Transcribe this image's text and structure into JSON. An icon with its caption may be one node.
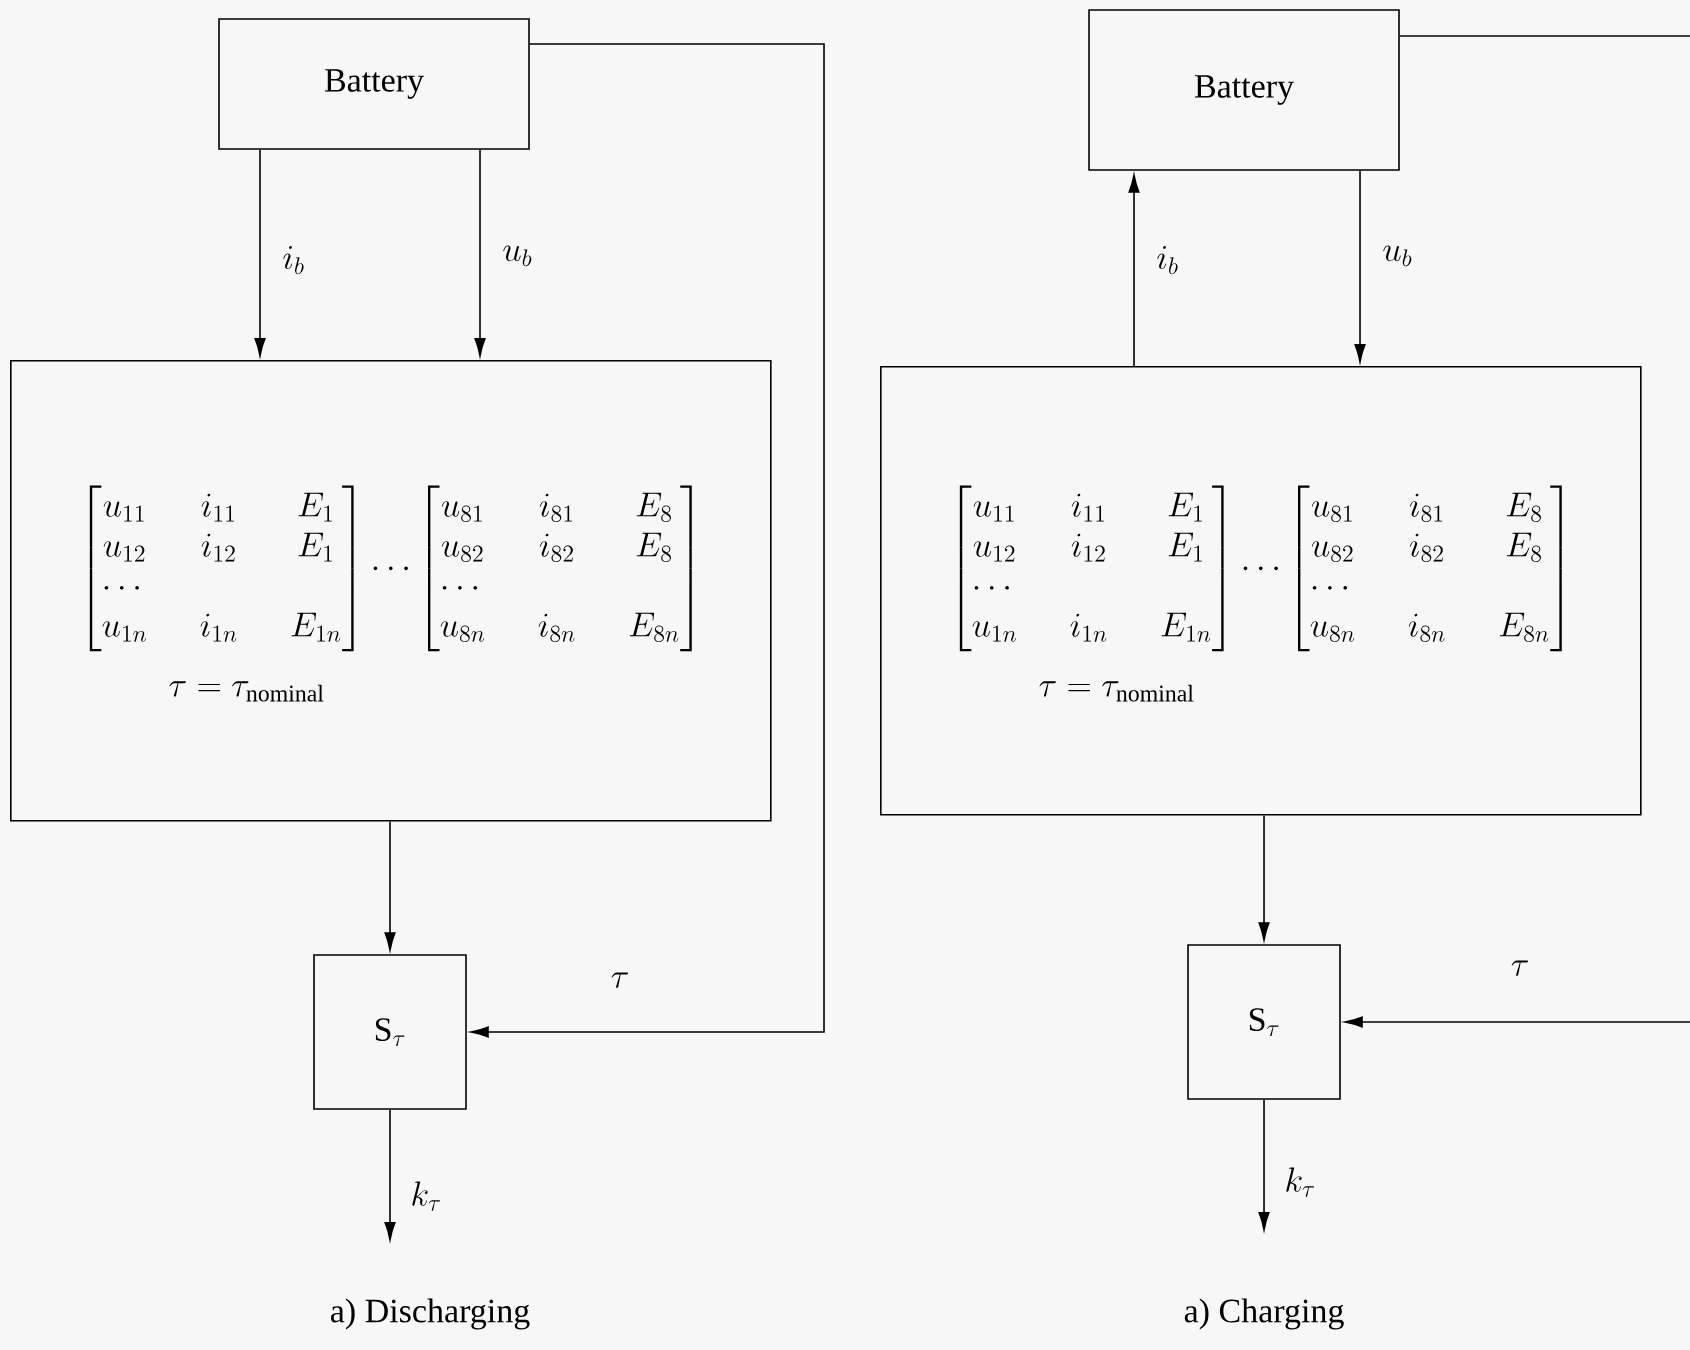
{
  "diagram": {
    "nodes": [
      {
        "text": [
          "Battery"
        ]
      },
      {
        "text": [
          "\\begin{bmatrix} u_{11} & i_{11} & E_1 \\\\ u_{12} & i_{12} & E_1 \\\\ \\cdots & & \\\\ u_{1n} & i_{1n} & E_{1n} \\end{bmatrix} \\cdots \\begin{bmatrix} u_{81} & i_{81} & E_8 \\\\ u_{82} & i_{82} & E_8 \\\\ \\cdots & & \\\\ u_{8n} & i_{8n} & E_{8n} \\end{bmatrix}",
          "\\tau = \\tau_{\\mathrm{nominal}}"
        ]
      },
      {
        "text": [
          "\\mathrm{S}_\\tau"
        ]
      },
      {
        "text": [
          "Battery"
        ]
      },
      {
        "text": [
          "\\begin{bmatrix} u_{11} & i_{11} & E_1 \\\\ u_{12} & i_{12} & E_1 \\\\ \\cdots & & \\\\ u_{1n} & i_{1n} & E_{1n} \\end{bmatrix} \\cdots \\begin{bmatrix} u_{81} & i_{81} & E_8 \\\\ u_{82} & i_{82} & E_8 \\\\ \\cdots & & \\\\ u_{8n} & i_{8n} & E_{8n} \\end{bmatrix}",
          "\\tau = \\tau_{\\mathrm{nominal}}"
        ]
      },
      {
        "text": [
          "\\mathrm{S}_\\tau"
        ]
      }
    ],
    "edges": [
      {
        "from": 0,
        "to": 1,
        "arrow": "to",
        "label": "i_b"
      },
      {
        "from": 0,
        "to": 1,
        "arrow": "to",
        "label": "u_b"
      },
      {
        "from": 1,
        "to": 2,
        "arrow": "to"
      },
      {
        "from": 0,
        "to": 2,
        "arrow": "to",
        "label": "\\tau"
      },
      {
        "from": 2,
        "to": null,
        "arrow": "to",
        "label": "k_\\tau"
      },
      {
        "from": 4,
        "to": 3,
        "arrow": "to",
        "label": "i_b"
      },
      {
        "from": 3,
        "to": 4,
        "arrow": "to",
        "label": "u_b"
      },
      {
        "from": 4,
        "to": 5,
        "arrow": "to"
      },
      {
        "from": 3,
        "to": null,
        "arrow": "none"
      },
      {
        "from": null,
        "to": 5,
        "arrow": "to",
        "label": "\\tau"
      },
      {
        "from": 5,
        "to": null,
        "arrow": "to",
        "label": "k_\\tau"
      }
    ],
    "labels": [
      "a) Discharging",
      "a) Charging"
    ]
  }
}
